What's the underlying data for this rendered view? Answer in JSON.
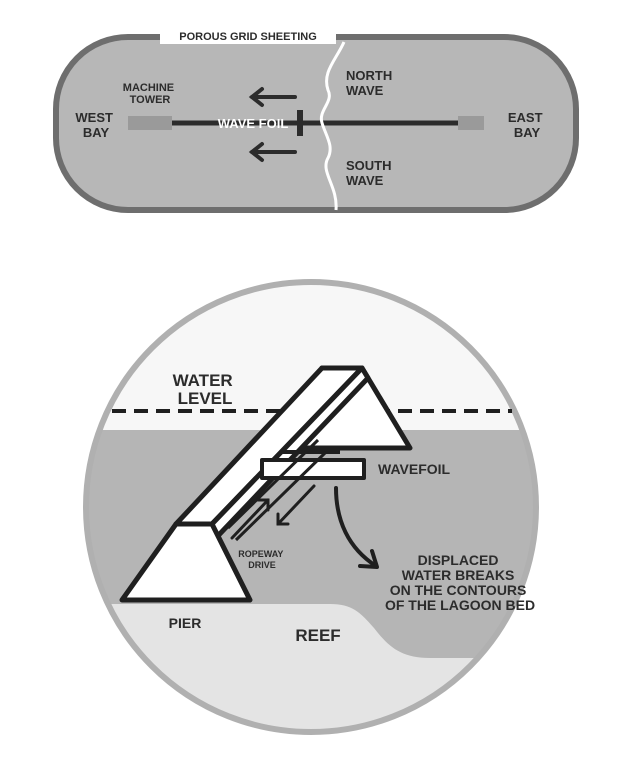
{
  "top_view": {
    "border_label": "POROUS GRID SHEETING",
    "west_bay": [
      "WEST",
      "BAY"
    ],
    "east_bay": [
      "EAST",
      "BAY"
    ],
    "machine_tower": [
      "MACHINE",
      "TOWER"
    ],
    "wave_foil": "WAVE FOIL",
    "north_wave": [
      "NORTH",
      "WAVE"
    ],
    "south_wave": [
      "SOUTH",
      "WAVE"
    ],
    "colors": {
      "basin": "#b7b7b7",
      "outline": "#6e6e6e",
      "ink": "#2c2c2c",
      "tower": "#9a9a9a"
    }
  },
  "cross_section": {
    "water_level": [
      "WATER",
      "LEVEL"
    ],
    "wavefoil": "WAVEFOIL",
    "ropeway_drive": [
      "ROPEWAY",
      "DRIVE"
    ],
    "displaced_note": [
      "DISPLACED",
      "WATER BREAKS",
      "ON THE CONTOURS",
      "OF THE LAGOON BED"
    ],
    "pier": "PIER",
    "reef": "REEF",
    "colors": {
      "water": "#b5b5b5",
      "bed": "#e4e4e4",
      "circle_outline": "#b0b0b0",
      "ink": "#1f1f1f"
    }
  }
}
